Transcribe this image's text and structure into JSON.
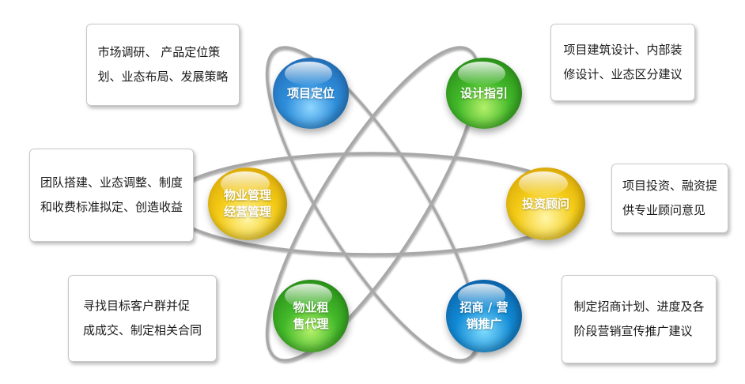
{
  "nodes": [
    {
      "id": "project-positioning",
      "label": "项目定位",
      "color": "#2f8fdc"
    },
    {
      "id": "design-guidance",
      "label": "设计指引",
      "color": "#43b92a"
    },
    {
      "id": "property-management",
      "label": "物业管理\n经营管理",
      "color": "#f4cc18"
    },
    {
      "id": "investment-consulting",
      "label": "投资顾问",
      "color": "#f4cc18"
    },
    {
      "id": "property-leasing-sales",
      "label": "物业租\n售代理",
      "color": "#43b92a"
    },
    {
      "id": "leasing-promotion",
      "label": "招商 / 营\n销推广",
      "color": "#1189d4"
    }
  ],
  "descriptions": {
    "project_positioning": "市场调研、 产品定位策\n划、业态布局、发展策略",
    "design_guidance": "项目建筑设计、内部装\n修设计、业态区分建议",
    "property_management": "团队搭建、业态调整、制度\n和收费标准拟定、创造收益",
    "investment_consulting": "项目投资、融资提\n供专业顾问意见",
    "property_leasing_sales": "寻找目标客户群并促\n成成交、制定相关合同",
    "leasing_promotion": "制定招商计划、进度及各\n阶段营销宣传推广建议"
  },
  "colors": {
    "ring_stroke": "#9a9a9a",
    "box_border": "#c8c8c8",
    "text": "#1a1a1a"
  }
}
